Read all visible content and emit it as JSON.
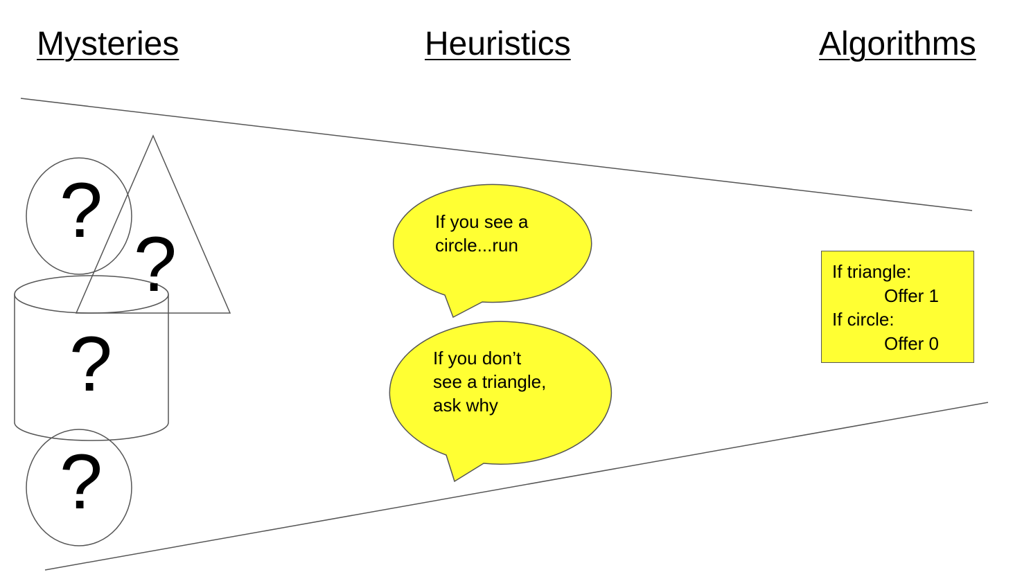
{
  "headings": {
    "mysteries": "Mysteries",
    "heuristics": "Heuristics",
    "algorithms": "Algorithms"
  },
  "mysteries": {
    "marks": [
      "?",
      "?",
      "?",
      "?"
    ]
  },
  "heuristics": {
    "bubble_1": [
      "If you see a",
      "circle...run"
    ],
    "bubble_2": [
      "If you don’t",
      "see a triangle,",
      "ask why"
    ]
  },
  "algorithms": {
    "lines": [
      "If triangle:",
      "Offer 1",
      "If circle:",
      "Offer 0"
    ]
  },
  "colors": {
    "bubble_fill": "#ffff33",
    "stroke": "#555555",
    "text": "#000000"
  }
}
